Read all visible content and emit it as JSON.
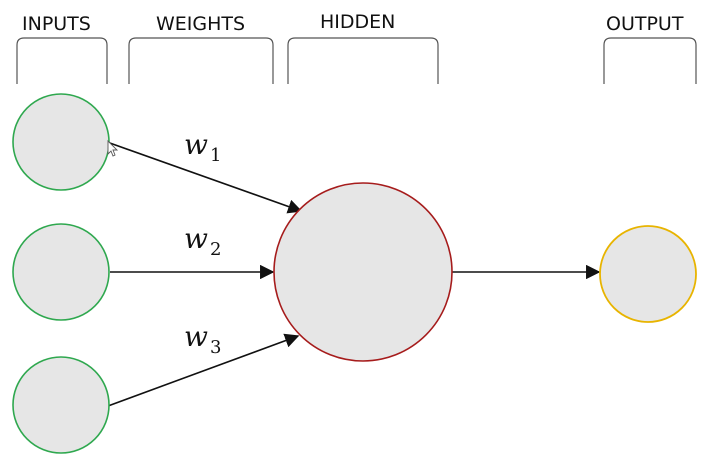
{
  "headers": {
    "inputs": "INPUTS",
    "weights": "WEIGHTS",
    "hidden": "HIDDEN",
    "output": "OUTPUT"
  },
  "weights": [
    {
      "symbol": "w",
      "subscript": "1"
    },
    {
      "symbol": "w",
      "subscript": "2"
    },
    {
      "symbol": "w",
      "subscript": "3"
    }
  ],
  "colors": {
    "node_fill": "#e6e6e6",
    "input_stroke": "#2fa84f",
    "hidden_stroke": "#a61c1c",
    "output_stroke": "#e8b400",
    "bracket_stroke": "#555555",
    "arrow_stroke": "#111111"
  }
}
